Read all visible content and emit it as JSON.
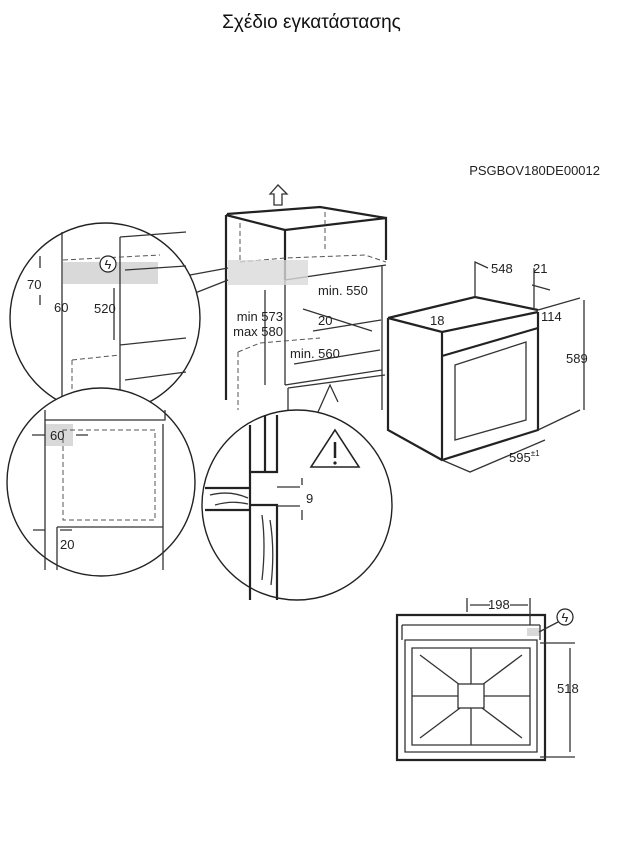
{
  "title": "Σχέδιο εγκατάστασης",
  "diagram_code": "PSGBOV180DE00012",
  "dimensions": {
    "socket_height": "70",
    "socket_width": "60",
    "socket_offset": "520",
    "niche_height_min": "min 573",
    "niche_height_max": "max 580",
    "niche_depth": "min. 550",
    "front_gap": "20",
    "niche_width": "min. 560",
    "side_clearance": "60",
    "bottom_clearance": "20",
    "front_gap_detail": "9",
    "oven_depth": "548",
    "front_thickness": "21",
    "top_offset": "18",
    "panel_height": "114",
    "oven_height": "589",
    "oven_width": "595",
    "oven_width_tolerance": "±1",
    "cable_offset": "198",
    "cable_height": "518"
  },
  "icons": [
    "electric-warning-icon",
    "caution-triangle-icon",
    "up-arrow-icon"
  ]
}
